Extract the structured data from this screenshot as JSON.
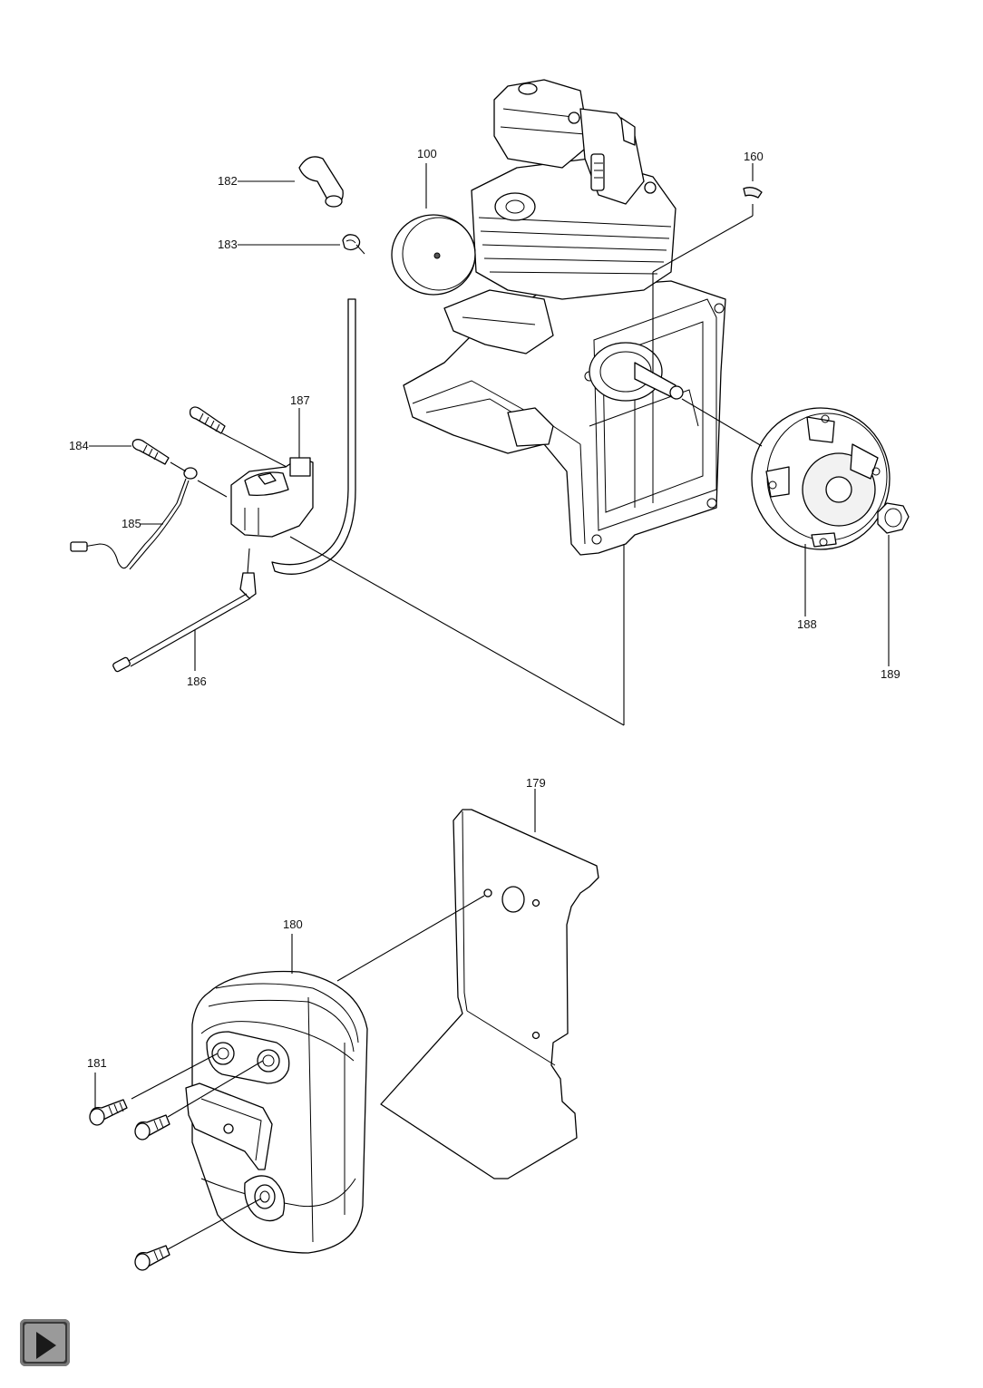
{
  "diagram": {
    "callouts": [
      {
        "id": "c100",
        "label": "100"
      },
      {
        "id": "c160",
        "label": "160"
      },
      {
        "id": "c182",
        "label": "182"
      },
      {
        "id": "c183",
        "label": "183"
      },
      {
        "id": "c184",
        "label": "184"
      },
      {
        "id": "c185",
        "label": "185"
      },
      {
        "id": "c186",
        "label": "186"
      },
      {
        "id": "c187",
        "label": "187"
      },
      {
        "id": "c188",
        "label": "188"
      },
      {
        "id": "c189",
        "label": "189"
      },
      {
        "id": "c179",
        "label": "179"
      },
      {
        "id": "c180",
        "label": "180"
      },
      {
        "id": "c181",
        "label": "181"
      }
    ]
  },
  "navigation": {
    "next_icon": "play-triangle-icon"
  }
}
